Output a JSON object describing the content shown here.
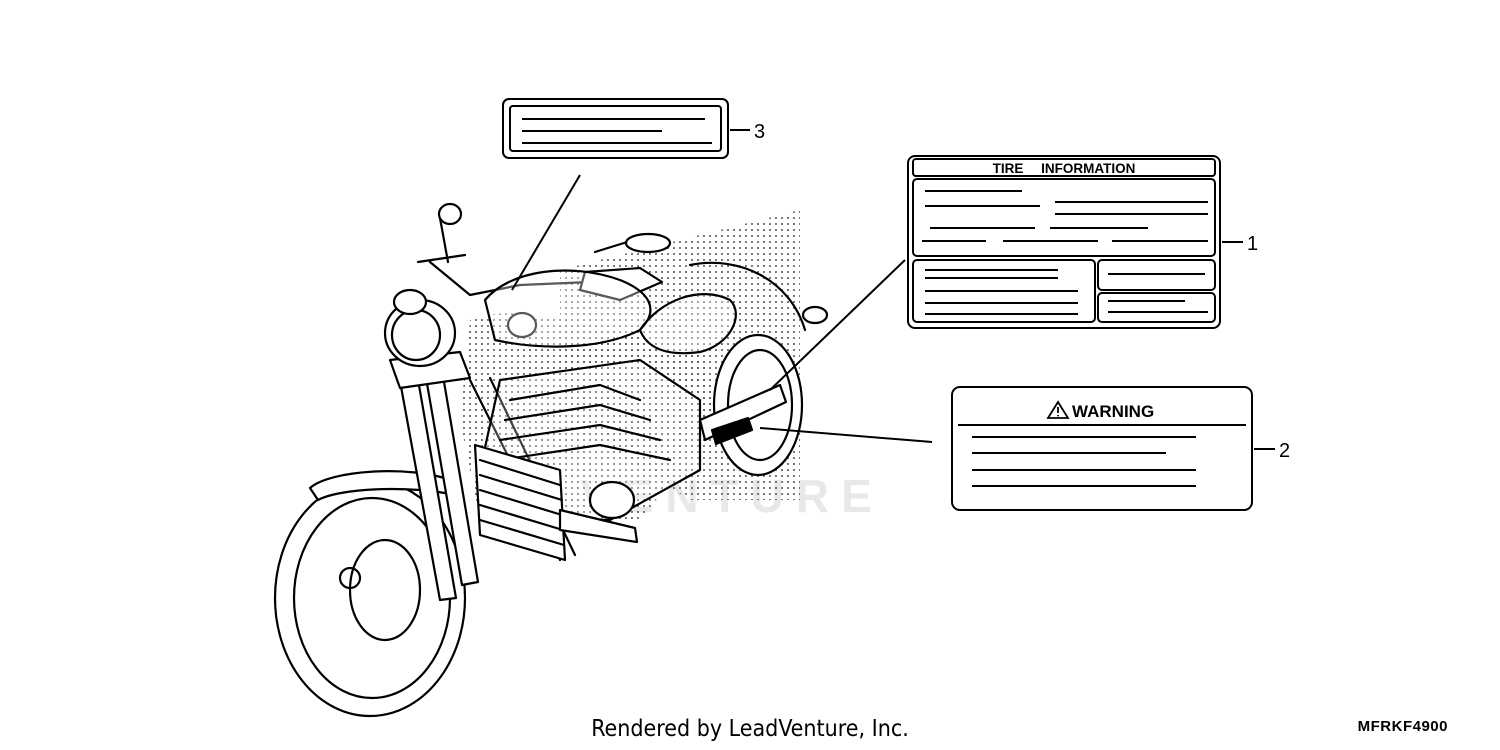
{
  "callouts": [
    {
      "number": "1",
      "label_heading": "TIRE INFORMATION"
    },
    {
      "number": "2",
      "label_heading": "WARNING"
    },
    {
      "number": "3",
      "label_heading": ""
    }
  ],
  "warning_symbol": "warning-triangle-icon",
  "watermark": "VENTURE",
  "footer": {
    "rendered_by": "Rendered by LeadVenture, Inc.",
    "diagram_code": "MFRKF4900"
  }
}
